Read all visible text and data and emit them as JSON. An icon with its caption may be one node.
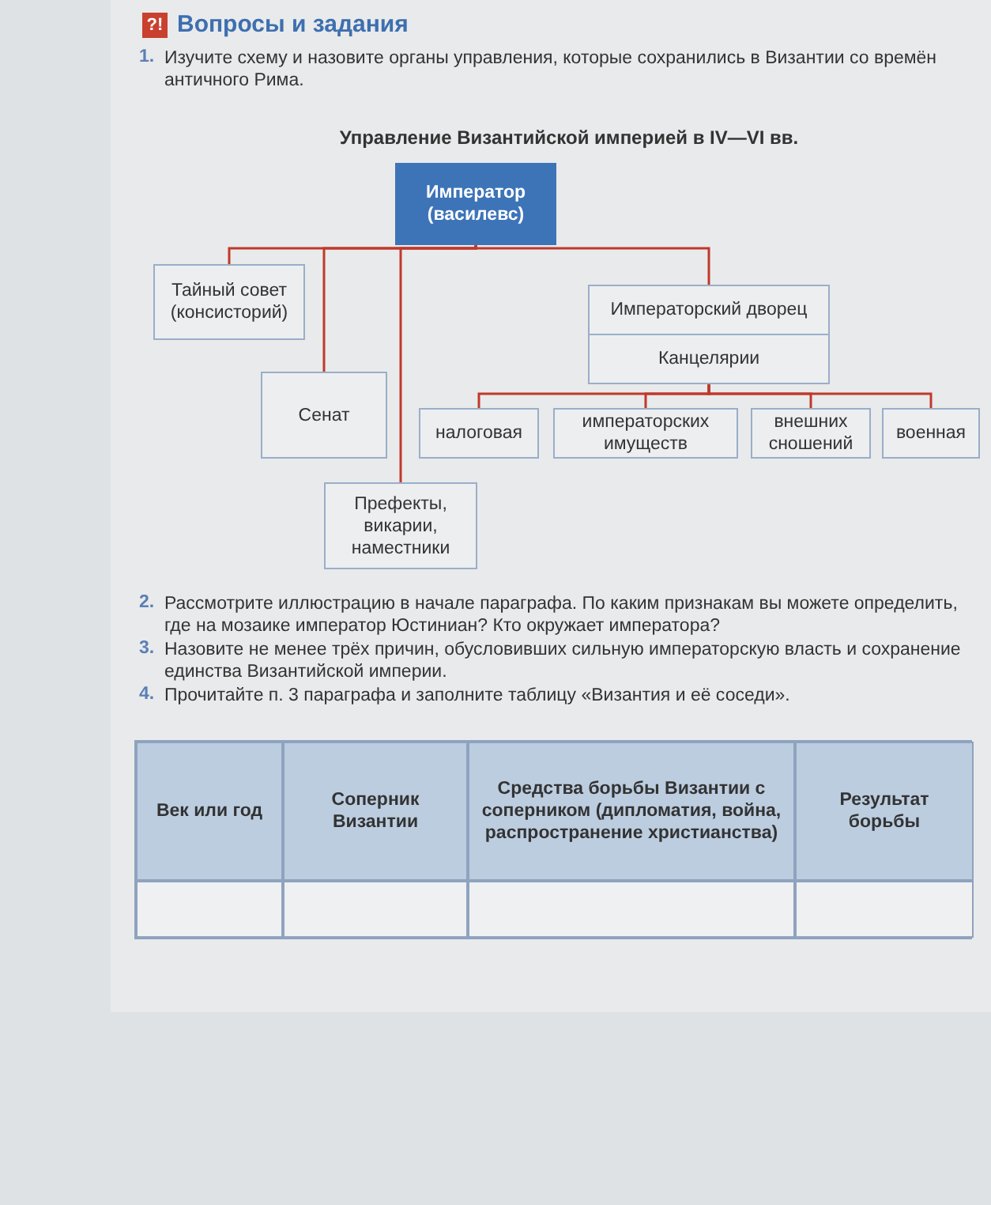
{
  "diagram": {
    "title": "Управление Византийской империей в IV—VI вв.",
    "nodes": [
      {
        "text": [
          "Император (василевс)"
        ]
      },
      {
        "text": [
          "Тайный совет (консисторий)"
        ]
      },
      {
        "text": [
          "Сенат"
        ]
      },
      {
        "text": [
          "Префекты, викарии, наместники"
        ]
      },
      {
        "text": [
          "Императорский дворец",
          "Канцелярии"
        ]
      },
      {
        "text": [
          "налоговая"
        ]
      },
      {
        "text": [
          "императорских имуществ"
        ]
      },
      {
        "text": [
          "внешних сношений"
        ]
      },
      {
        "text": [
          "военная"
        ]
      }
    ],
    "edges": [
      {
        "from": 0,
        "to": 1,
        "arrow": "none"
      },
      {
        "from": 0,
        "to": 2,
        "arrow": "none"
      },
      {
        "from": 0,
        "to": 3,
        "arrow": "none"
      },
      {
        "from": 0,
        "to": 4,
        "arrow": "none"
      },
      {
        "from": 4,
        "to": 5,
        "arrow": "none"
      },
      {
        "from": 4,
        "to": 6,
        "arrow": "none"
      },
      {
        "from": 4,
        "to": 7,
        "arrow": "none"
      },
      {
        "from": 4,
        "to": 8,
        "arrow": "none"
      }
    ],
    "labels": [
      "?!",
      "Вопросы и задания",
      "1.",
      "Изучите схему и назовите органы управления, которые сохранились в Византии со времён античного Рима.",
      "2.",
      "Рассмотрите иллюстрацию в начале параграфа. По каким признакам вы можете определить, где на мозаике император Юстиниан? Кто окружает императора?",
      "3.",
      "Назовите не менее трёх причин, обусловивших сильную императорскую власть и сохранение единства Византийской империи.",
      "4.",
      "Прочитайте п. 3 параграфа и заполните таблицу «Византия и её соседи».",
      "Век или год",
      "Соперник Византии",
      "Средства борьбы Византии с соперником (дипломатия, война, распространение христианства)",
      "Результат борьбы"
    ]
  }
}
